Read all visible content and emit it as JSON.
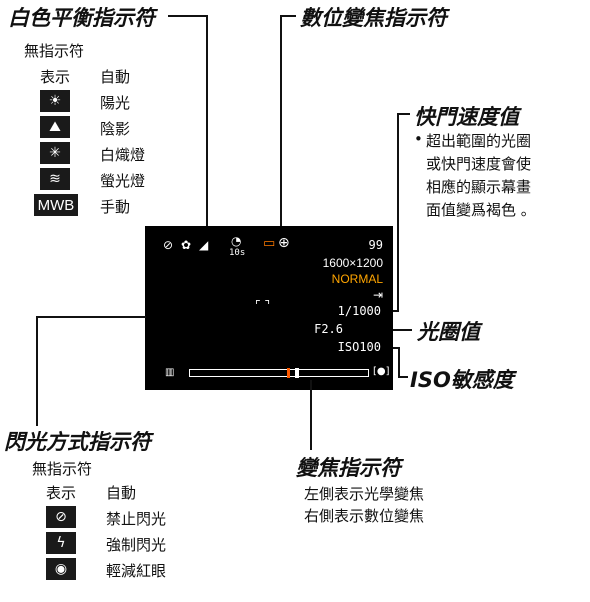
{
  "white_balance": {
    "heading": "白色平衡指示符",
    "none": "無指示符",
    "rows": [
      {
        "indicator": "表示",
        "label": "自動"
      },
      {
        "icon": "sun-icon",
        "label": "陽光"
      },
      {
        "icon": "shade-icon",
        "label": "陰影"
      },
      {
        "icon": "tungsten-bulb-icon",
        "label": "白熾燈"
      },
      {
        "icon": "fluorescent-icon",
        "label": "螢光燈"
      },
      {
        "icon_text": "MWB",
        "label": "手動"
      }
    ]
  },
  "digital_zoom": {
    "heading": "數位變焦指示符"
  },
  "shutter": {
    "heading": "快門速度值",
    "bullet": "•",
    "note_lines": [
      "超出範圍的光圈",
      "或快門速度會使",
      "相應的顯示幕畫",
      "面值變爲褐色 。"
    ]
  },
  "aperture": {
    "heading": "光圈值"
  },
  "iso": {
    "heading": "ISO敏感度"
  },
  "flash_mode": {
    "heading": "閃光方式指示符",
    "none": "無指示符",
    "rows": [
      {
        "indicator": "表示",
        "label": "自動"
      },
      {
        "icon": "flash-off-icon",
        "label": "禁止閃光"
      },
      {
        "icon": "flash-on-icon",
        "label": "強制閃光"
      },
      {
        "icon": "red-eye-icon",
        "label": "輕減紅眼"
      }
    ]
  },
  "zoom_indicator": {
    "heading": "變焦指示符",
    "lines": [
      "左側表示光學變焦",
      "右側表示數位變焦"
    ]
  },
  "screen": {
    "shots_remaining": "99",
    "resolution": "1600×1200",
    "quality": "NORMAL",
    "shutter": "1/1000",
    "aperture": "F2.6",
    "iso": "ISO100",
    "self_timer": "10s",
    "colors": {
      "quality": "#ffa500",
      "memory": "#ff7a00",
      "background": "#000000"
    }
  }
}
